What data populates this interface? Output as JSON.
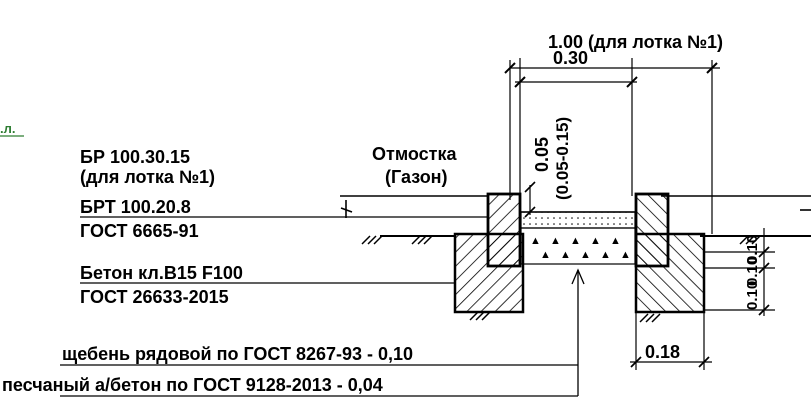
{
  "labels": {
    "dim_top_1": "1.00 (для лотка №1)",
    "dim_top_2": "0.30",
    "dim_v_1": "0.05",
    "dim_v_2": "(0.05-0.15)",
    "left_marker": ".л.",
    "curb_1_line1": "БР 100.30.15",
    "curb_1_line2": "(для лотка №1)",
    "curb_2": "БРТ 100.20.8",
    "gost_1": "ГОСТ 6665-91",
    "concrete": "Бетон кл.В15  F100",
    "gost_2": "ГОСТ 26633-2015",
    "otmostka_1": "Отмостка",
    "otmostka_2": "(Газон)",
    "right_dim_1": "0.10",
    "right_dim_2": "0.10",
    "right_dim_3": "0.10",
    "dim_bottom": "0.18",
    "layer_1": "щебень рядовой по ГОСТ 8267-93 - 0,10",
    "layer_2": "песчаный а/бетон по ГОСТ 9128-2013 - 0,04"
  },
  "colors": {
    "line": "#000000",
    "accent": "#2e7d32"
  }
}
